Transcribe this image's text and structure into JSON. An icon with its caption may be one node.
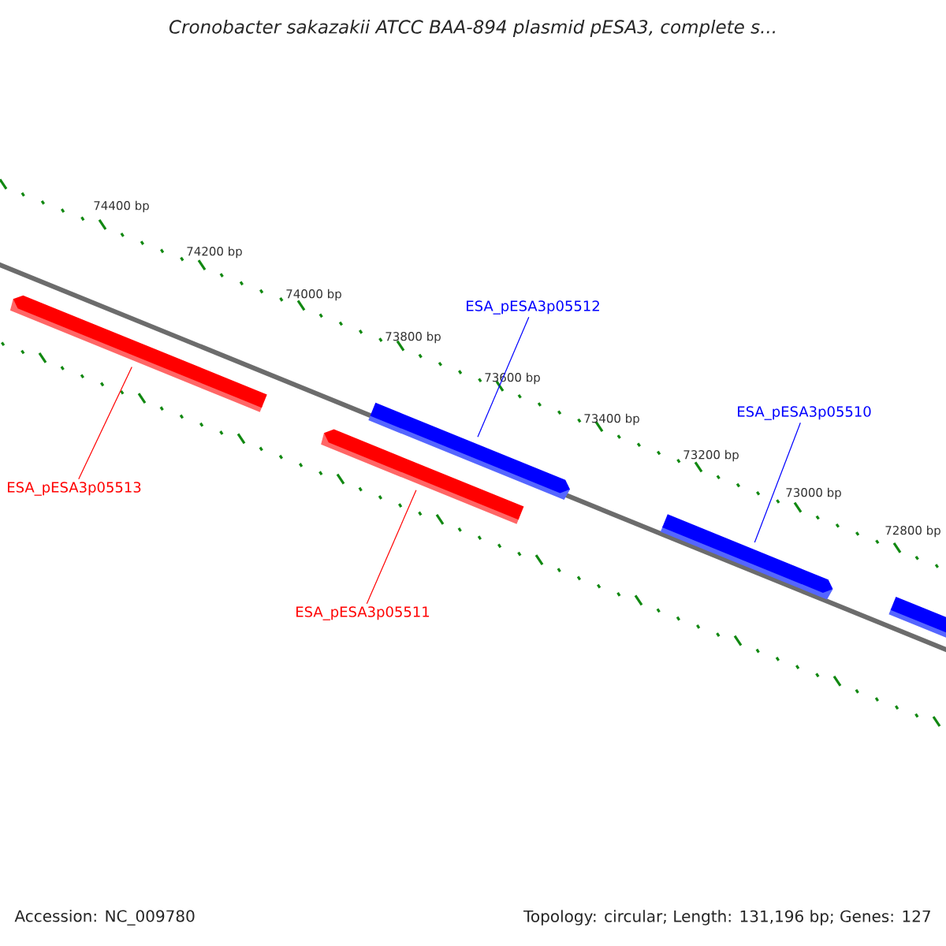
{
  "diagram": {
    "title": "Cronobacter sakazakii ATCC BAA-894 plasmid pESA3, complete s...",
    "nodes": [
      {
        "text": [
          "ESA_pESA3p05512"
        ]
      },
      {
        "text": [],
        "shape": "bar"
      },
      {
        "text": [
          "ESA_pESA3p05510"
        ]
      },
      {
        "text": [],
        "shape": "bar"
      },
      {
        "text": [],
        "shape": "bar"
      },
      {
        "text": [],
        "shape": "bar"
      },
      {
        "text": [
          "ESA_pESA3p05513"
        ]
      },
      {
        "text": [],
        "shape": "bar"
      },
      {
        "text": [
          "ESA_pESA3p05511"
        ]
      }
    ],
    "edges": [
      {
        "from": 0,
        "to": 1,
        "arrow": "none",
        "color": "#0000ff"
      },
      {
        "from": 2,
        "to": 3,
        "arrow": "none",
        "color": "#0000ff"
      },
      {
        "from": 6,
        "to": 5,
        "arrow": "none",
        "color": "#ff0000"
      },
      {
        "from": 8,
        "to": 7,
        "arrow": "none",
        "color": "#ff0000"
      }
    ],
    "labels": [
      "74400 bp",
      "74200 bp",
      "74000 bp",
      "73800 bp",
      "73600 bp",
      "73400 bp",
      "73200 bp",
      "73000 bp",
      "72800 bp",
      "Accession: NC_009780",
      "Topology: circular; Length: 131,196 bp; Genes: 127"
    ]
  }
}
